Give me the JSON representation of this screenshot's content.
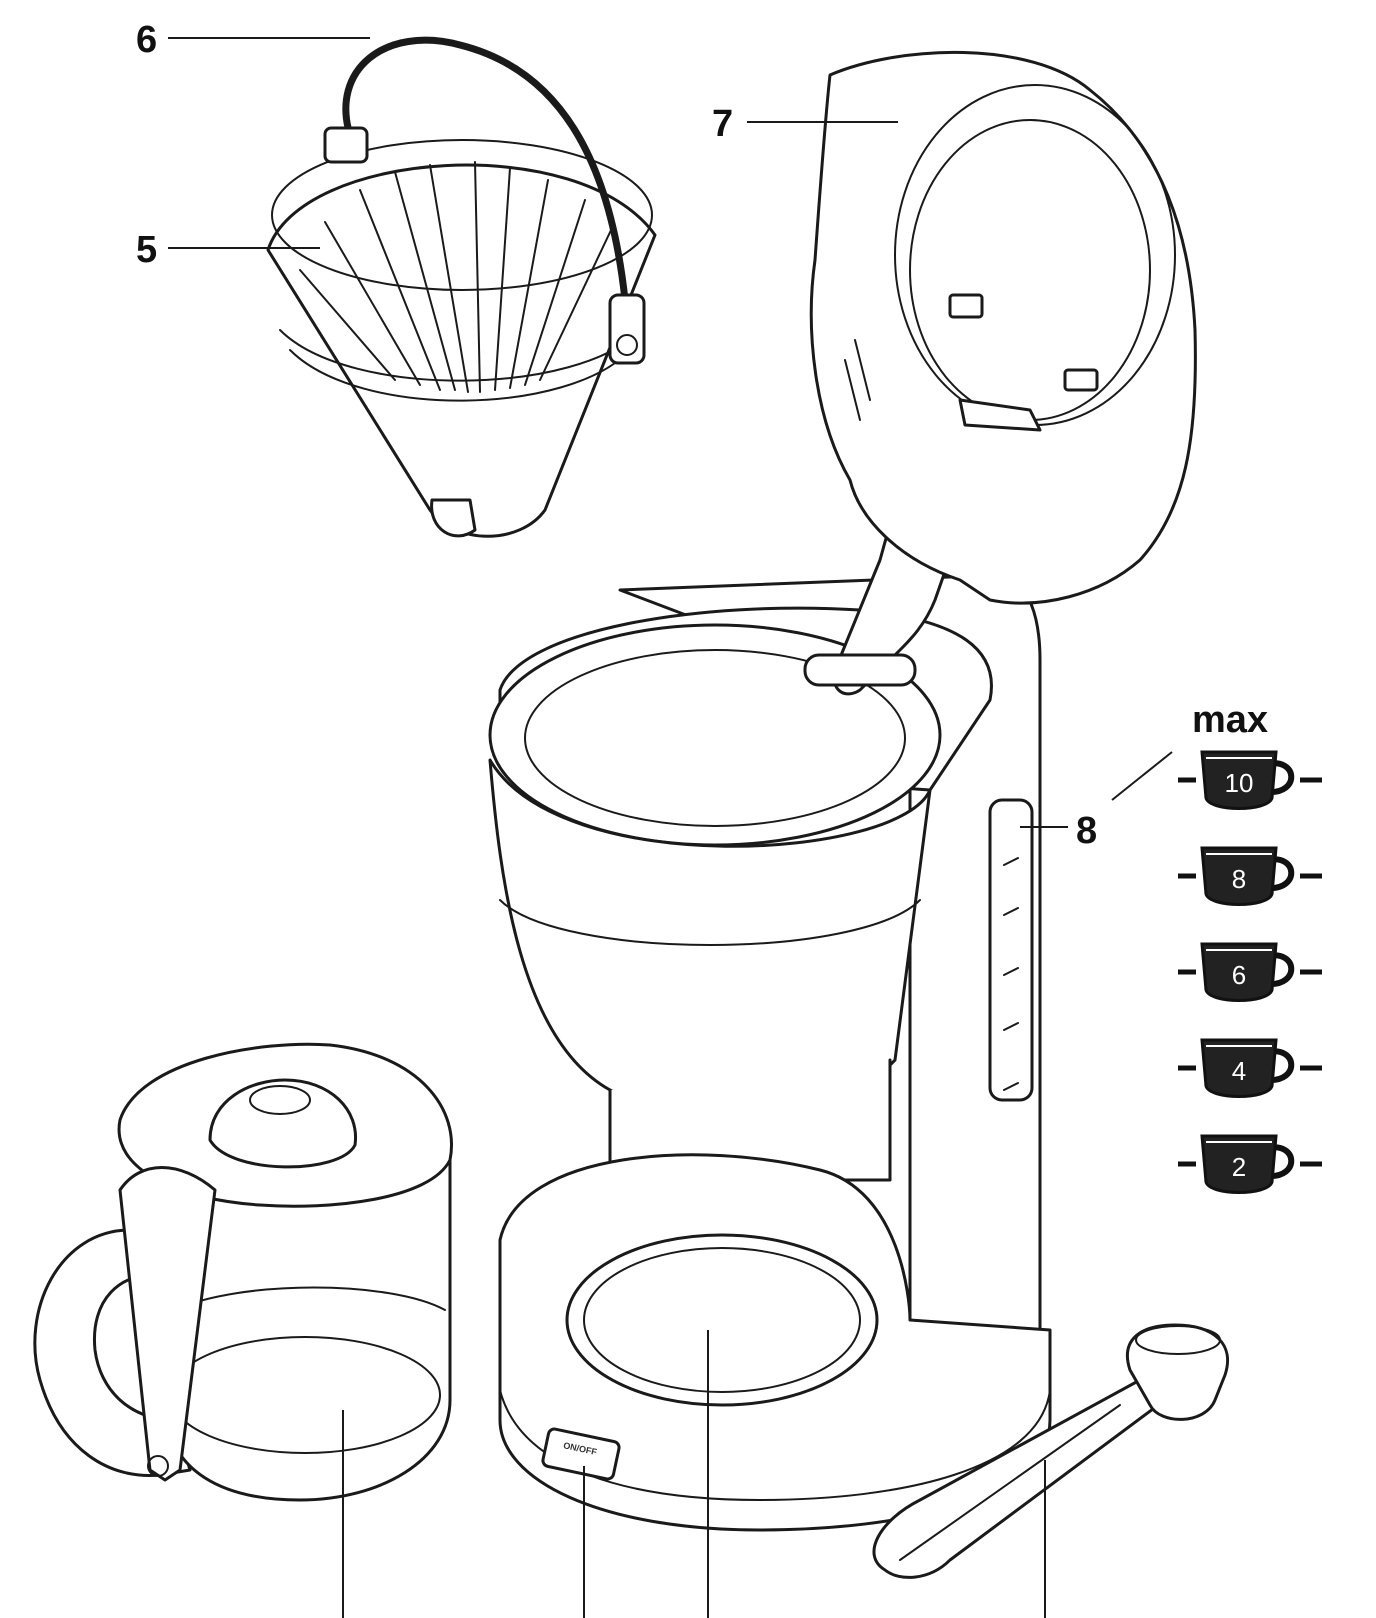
{
  "callouts": {
    "c5": "5",
    "c6": "6",
    "c7": "7",
    "c8": "8"
  },
  "water_scale": {
    "max_label": "max",
    "levels": [
      "10",
      "8",
      "6",
      "4",
      "2"
    ]
  },
  "switch_label": "ON/OFF",
  "colors": {
    "line": "#1a1a1a",
    "cup_fill": "#222222",
    "background": "#ffffff"
  }
}
